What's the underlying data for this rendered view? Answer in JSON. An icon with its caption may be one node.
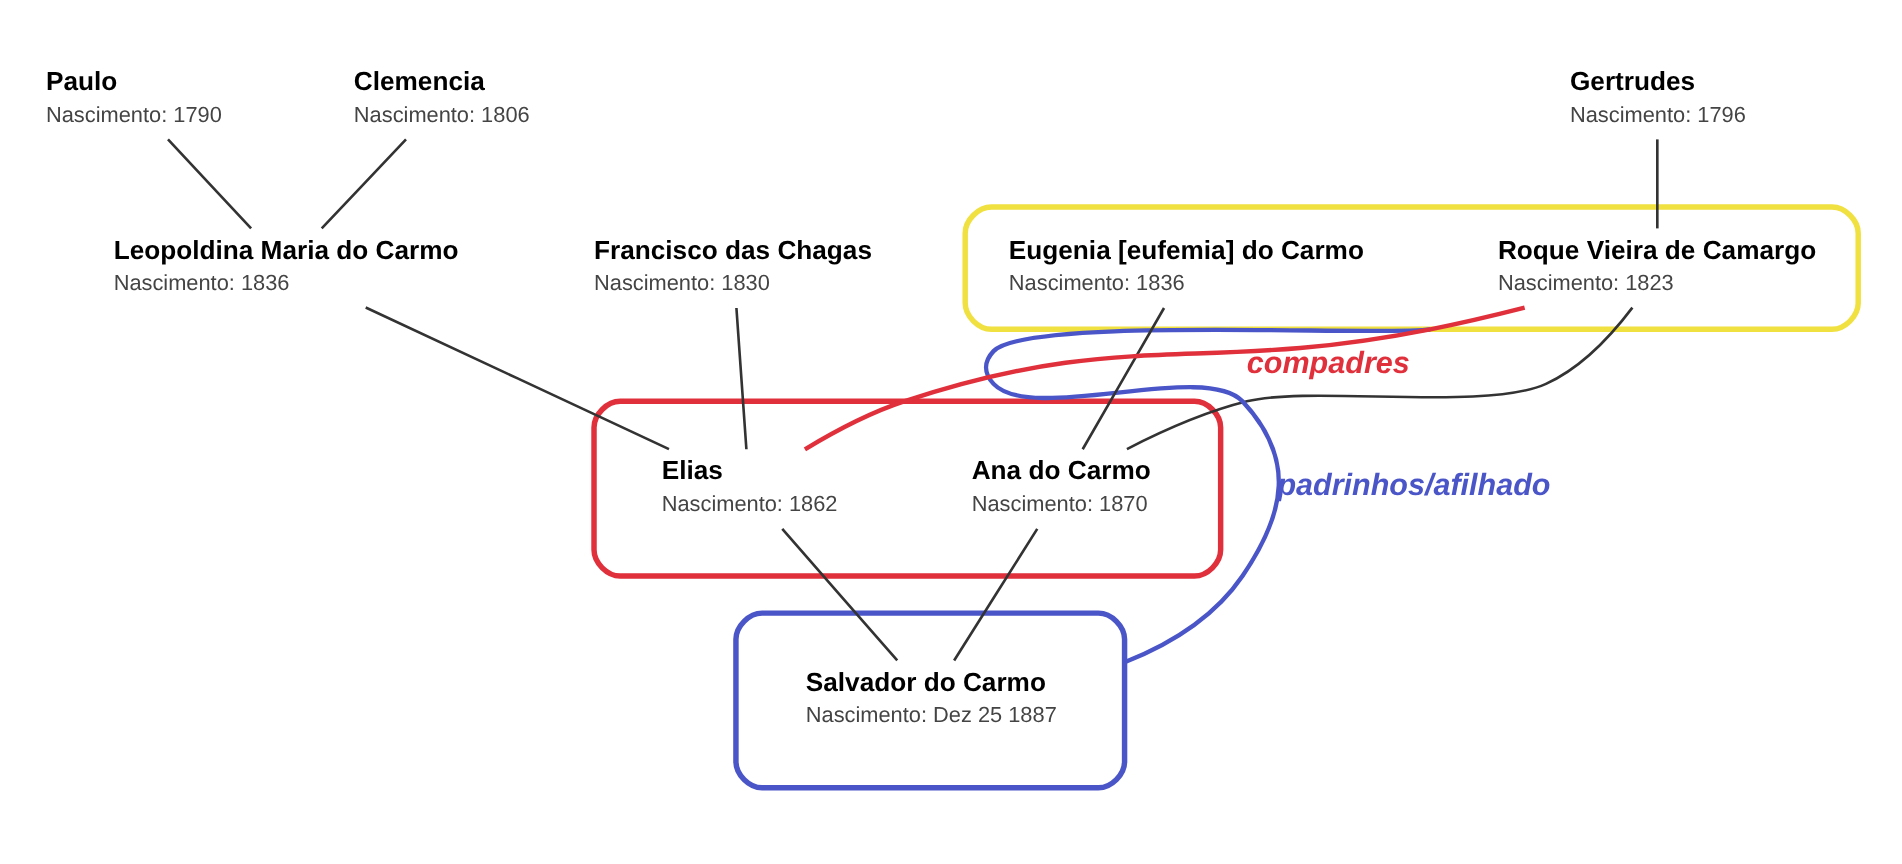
{
  "diagram": {
    "nodes": [
      {
        "text": [
          "Paulo",
          "Nascimento: 1790"
        ]
      },
      {
        "text": [
          "Clemencia",
          "Nascimento: 1806"
        ]
      },
      {
        "text": [
          "Gertrudes",
          "Nascimento: 1796"
        ]
      },
      {
        "text": [
          "Francisco das Chagas",
          "Nascimento: 1830"
        ]
      },
      {
        "text": [
          "Leopoldina Maria do Carmo",
          "Nascimento: 1836"
        ]
      },
      {
        "text": [],
        "shape": "box"
      },
      {
        "text": [
          "Roque Vieira de Camargo",
          "Nascimento: 1823"
        ],
        "in": 5
      },
      {
        "text": [
          "Eugenia [eufemia] do Carmo",
          "Nascimento: 1836"
        ],
        "in": 5
      },
      {
        "text": [],
        "shape": "ellipse"
      },
      {
        "text": [
          "Elias",
          "Nascimento: 1862"
        ],
        "in": 8
      },
      {
        "text": [
          "Ana do Carmo",
          "Nascimento: 1870"
        ],
        "in": 8
      },
      {
        "text": [],
        "shape": "ellipse"
      },
      {
        "text": [
          "Salvador do Carmo",
          "Nascimento: Dez 25 1887"
        ],
        "in": 11
      }
    ],
    "edges": [
      {
        "from": 0,
        "to": 4,
        "arrow": "none"
      },
      {
        "from": 1,
        "to": 4,
        "arrow": "none"
      },
      {
        "from": 2,
        "to": 6,
        "arrow": "none"
      },
      {
        "from": 3,
        "to": 9,
        "arrow": "none"
      },
      {
        "from": 4,
        "to": 9,
        "arrow": "none"
      },
      {
        "from": 6,
        "to": 10,
        "arrow": "none"
      },
      {
        "from": 7,
        "to": 10,
        "arrow": "none"
      },
      {
        "from": 9,
        "to": 12,
        "arrow": "none"
      },
      {
        "from": 10,
        "to": 12,
        "arrow": "none"
      },
      {
        "from": 9,
        "to": 6,
        "arrow": "none",
        "label": "compadres",
        "color": "#e0303c"
      },
      {
        "from": 5,
        "to": 11,
        "arrow": "none",
        "label": "padrinhos/afilhado",
        "color": "#4a55c8"
      }
    ]
  }
}
